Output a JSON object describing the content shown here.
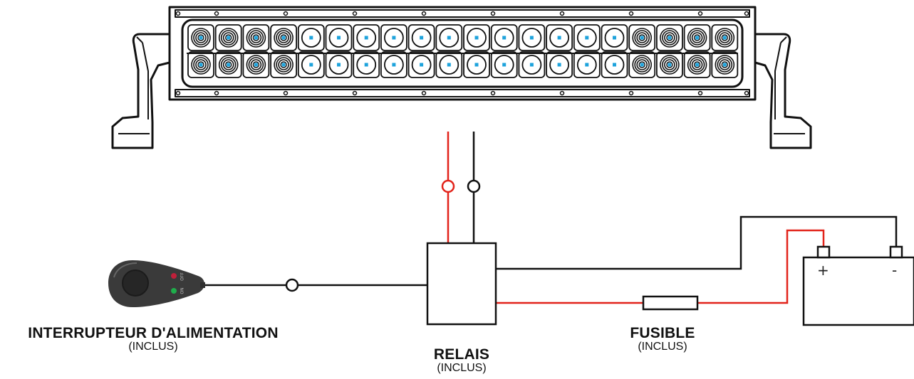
{
  "colors": {
    "outline": "#111111",
    "positive_wire": "#e2231a",
    "led_dot": "#1fa3dc",
    "switch_body": "#3a3a3a",
    "switch_led_off": "#c0203a",
    "switch_led_on": "#1fae4b"
  },
  "light_bar": {
    "led_columns": 20,
    "led_rows": 2,
    "reflector_columns": [
      0,
      1,
      2,
      3,
      16,
      17,
      18,
      19
    ]
  },
  "switch": {
    "title": "INTERRUPTEUR D'ALIMENTATION",
    "subtitle": "(INCLUS)",
    "led_labels": [
      "OFF",
      "ON"
    ]
  },
  "relay": {
    "title": "RELAIS",
    "subtitle": "(INCLUS)"
  },
  "fuse": {
    "title": "FUSIBLE",
    "subtitle": "(INCLUS)"
  },
  "battery": {
    "plus": "+",
    "minus": "-"
  }
}
